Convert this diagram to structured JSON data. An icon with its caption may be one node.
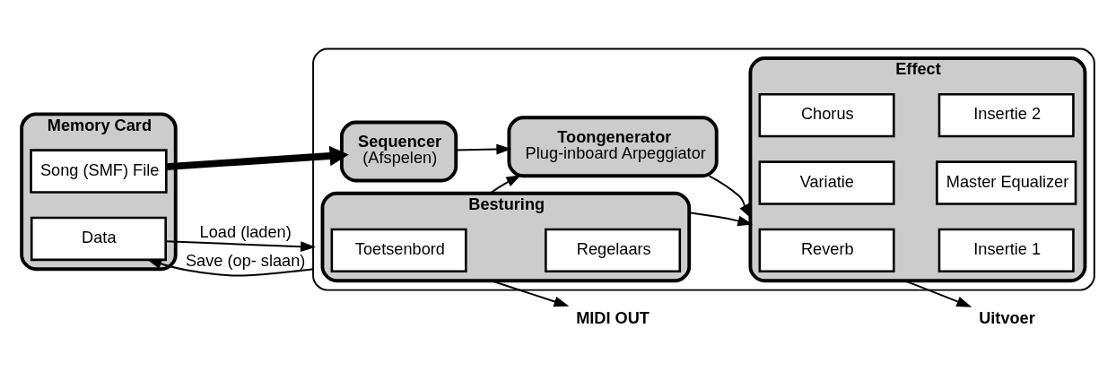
{
  "diagram": {
    "nodes": [
      {
        "text": [
          "Memory Card"
        ]
      },
      {
        "text": [
          "Song (SMF) File"
        ],
        "in": 0
      },
      {
        "text": [
          "Data"
        ],
        "in": 0
      },
      {
        "text": [],
        "shape": "box"
      },
      {
        "text": [
          "Besturing"
        ],
        "in": 3
      },
      {
        "text": [
          "Toetsenbord"
        ],
        "in": 4
      },
      {
        "text": [
          "Regelaars"
        ],
        "in": 4
      },
      {
        "text": [
          "Sequencer",
          "(Afspelen)"
        ],
        "in": 3
      },
      {
        "text": [
          "Toongenerator",
          "Plug-inboard Arpeggiator"
        ],
        "in": 3
      },
      {
        "text": [
          "Effect"
        ],
        "in": 3
      },
      {
        "text": [
          "Reverb"
        ],
        "in": 9
      },
      {
        "text": [
          "Insertie 1"
        ],
        "in": 9
      },
      {
        "text": [
          "Chorus"
        ],
        "in": 9
      },
      {
        "text": [
          "Insertie 2"
        ],
        "in": 9
      },
      {
        "text": [
          "Variatie"
        ],
        "in": 9
      },
      {
        "text": [
          "Master Equalizer"
        ],
        "in": 9
      },
      {
        "text": [
          "MIDI OUT"
        ]
      },
      {
        "text": [
          "Uitvoer"
        ]
      }
    ],
    "edges": [
      {
        "from": 2,
        "to": 3,
        "arrow": "to",
        "label": "Load (laden)"
      },
      {
        "from": 3,
        "to": 2,
        "arrow": "to",
        "label": "Save (op- slaan)"
      },
      {
        "from": 1,
        "to": 7,
        "arrow": "to",
        "style": "thick"
      },
      {
        "from": 4,
        "to": 8,
        "arrow": "to"
      },
      {
        "from": 4,
        "to": 9,
        "arrow": "to"
      },
      {
        "from": 7,
        "to": 8,
        "arrow": "to"
      },
      {
        "from": 8,
        "to": 9,
        "arrow": "to"
      },
      {
        "from": 4,
        "to": 16,
        "arrow": "to"
      },
      {
        "from": 9,
        "to": 17,
        "arrow": "to"
      }
    ]
  }
}
